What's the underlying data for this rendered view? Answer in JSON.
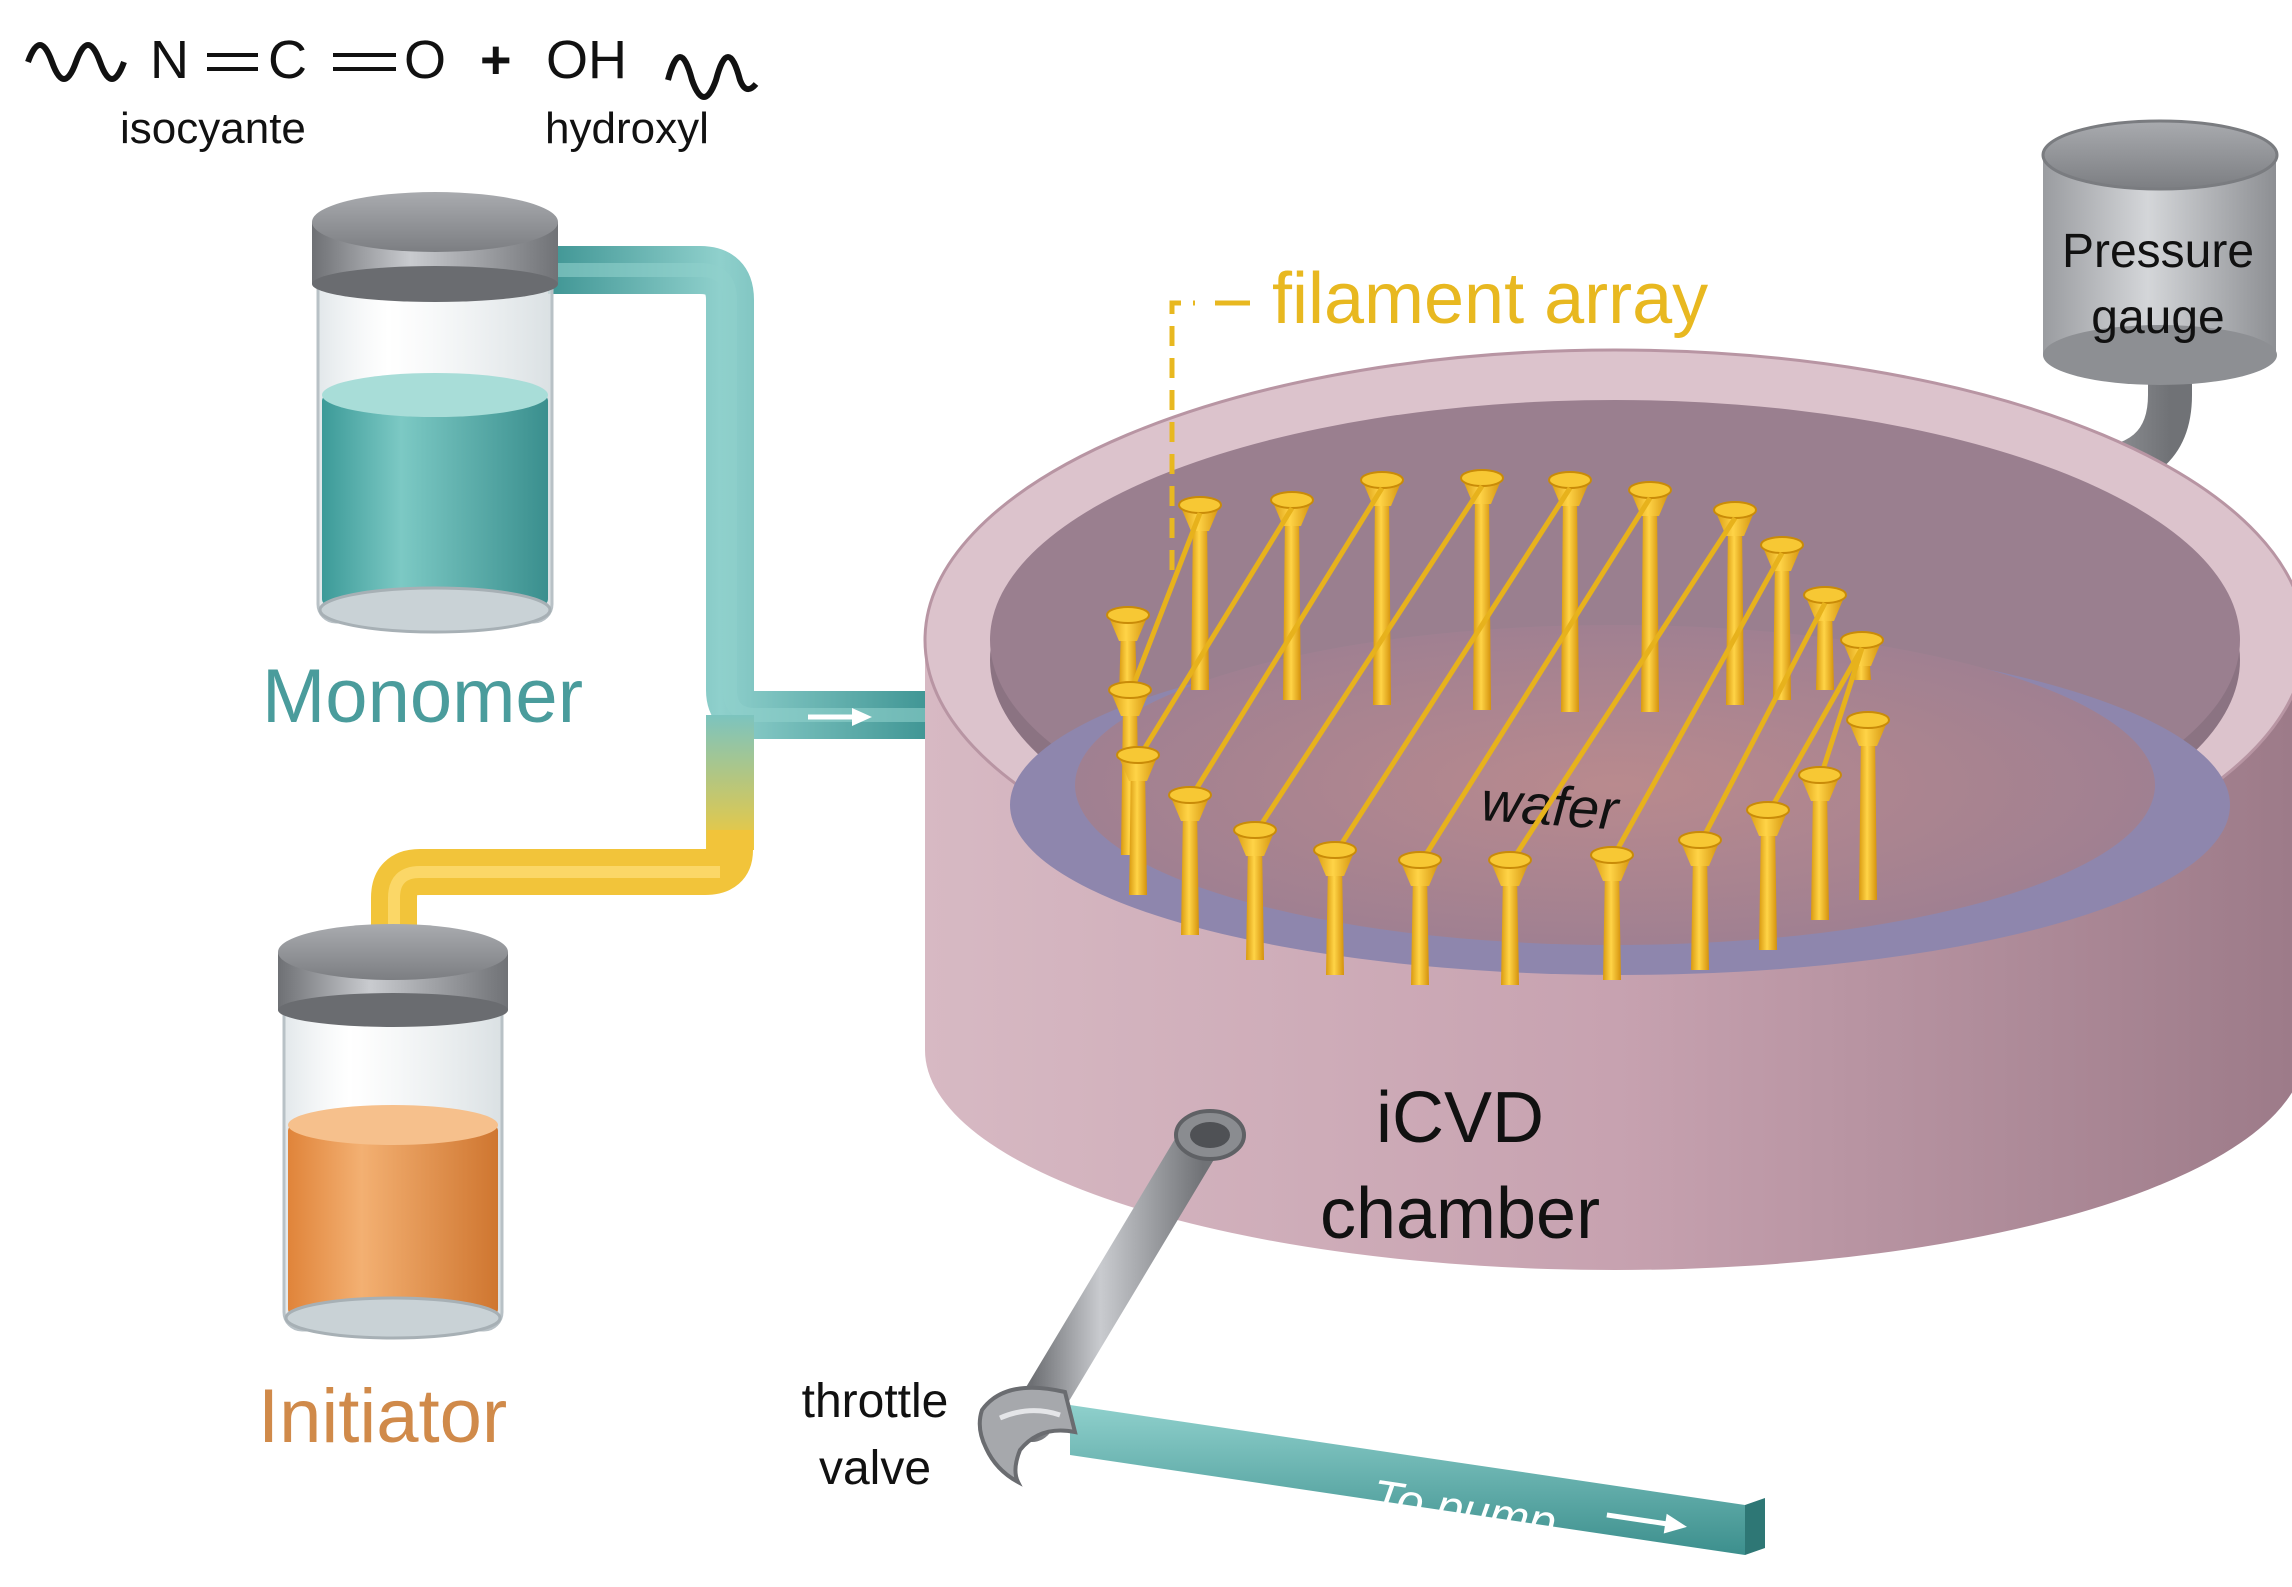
{
  "reaction": {
    "n": "N",
    "c": "C",
    "o": "O",
    "plus": "+",
    "oh": "OH",
    "isocyanate_label": "isocyante",
    "hydroxyl_label": "hydroxyl"
  },
  "labels": {
    "monomer": "Monomer",
    "initiator": "Initiator",
    "filament_array": "filament array",
    "wafer": "wafer",
    "chamber_line1": "iCVD",
    "chamber_line2": "chamber",
    "gauge_line1": "Pressure",
    "gauge_line2": "gauge",
    "valve_line1": "throttle",
    "valve_line2": "valve",
    "to_pump": "To pump"
  },
  "colors": {
    "monomer_teal": "#4a9c9c",
    "initiator_orange": "#d08a4a",
    "filament_gold": "#e8b820",
    "chamber_mauve": "#c9a6b3",
    "metal_gray": "#8a8c90"
  }
}
